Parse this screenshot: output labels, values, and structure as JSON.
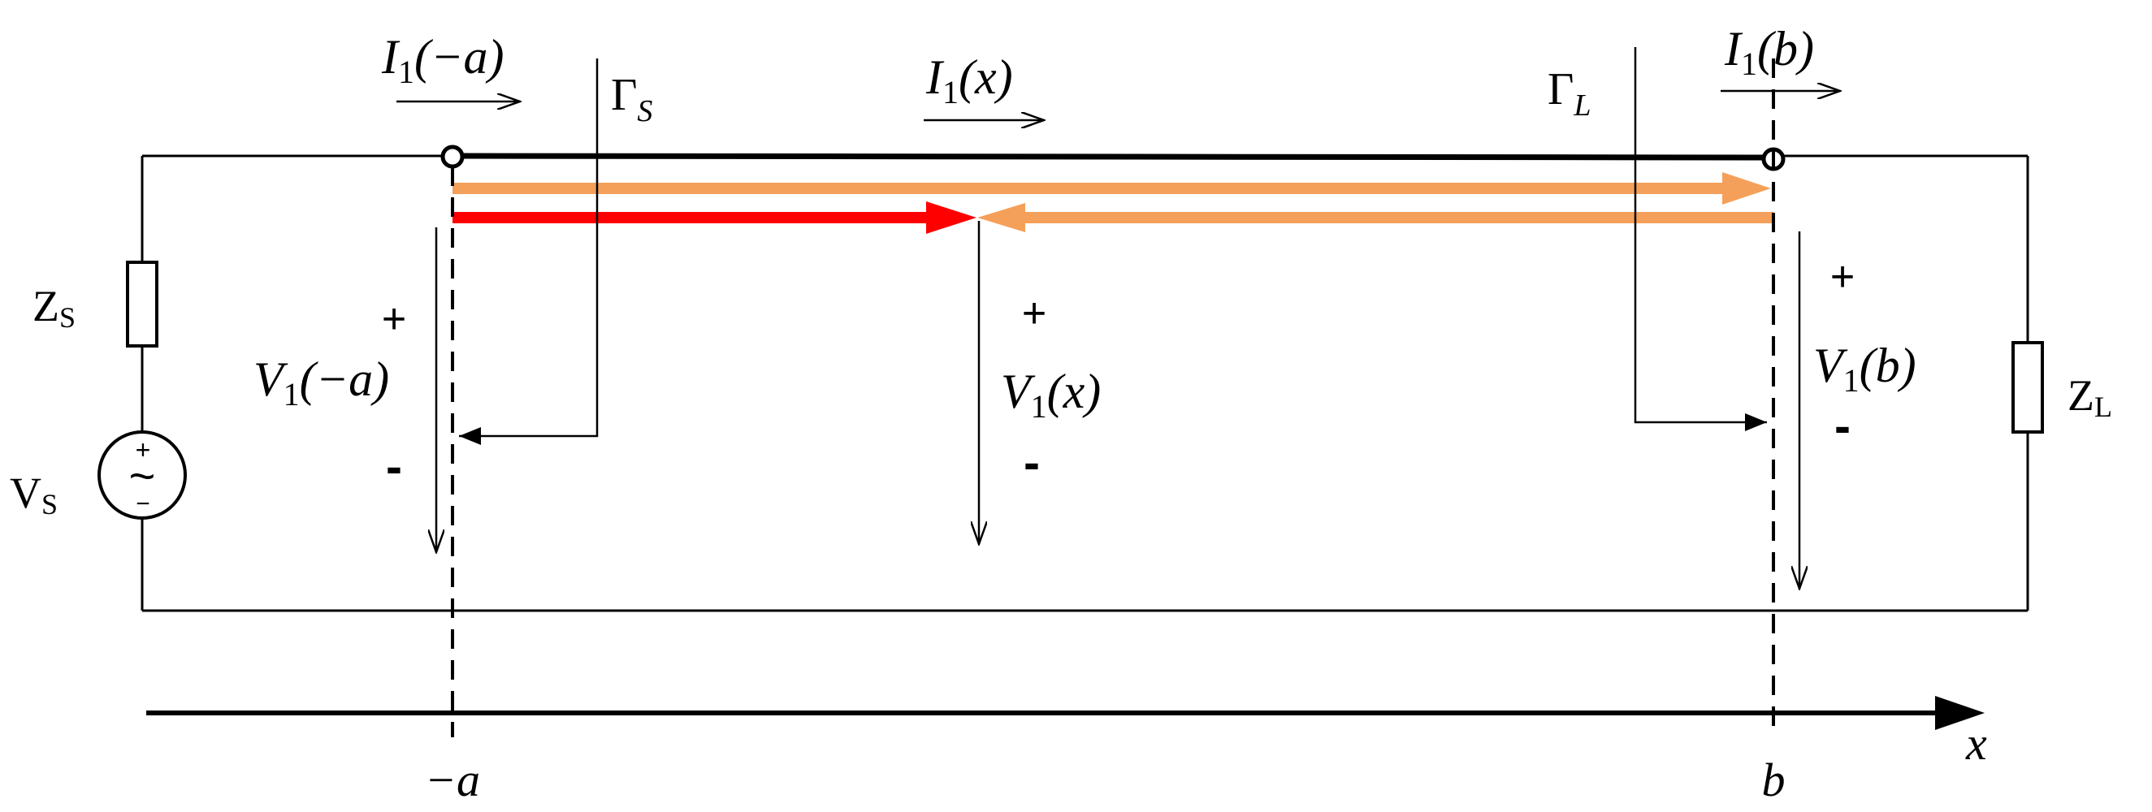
{
  "colors": {
    "wire": "#000000",
    "forward_wave": "#F5A05A",
    "reflected_wave": "#F5A05A",
    "incident_wave": "#FF0000"
  },
  "labels": {
    "source_impedance": {
      "main": "Z",
      "sub": "S"
    },
    "source_voltage": {
      "main": "V",
      "sub": "S"
    },
    "load_impedance": {
      "main": "Z",
      "sub": "L"
    },
    "current_left": {
      "sym": "I",
      "sub": "1",
      "arg": "(−a)"
    },
    "current_mid": {
      "sym": "I",
      "sub": "1",
      "arg": "(x)"
    },
    "current_right": {
      "sym": "I",
      "sub": "1",
      "arg": "(b)"
    },
    "gamma_source": {
      "sym": "Γ",
      "sub": "S"
    },
    "gamma_load": {
      "sym": "Γ",
      "sub": "L"
    },
    "voltage_left": {
      "sym": "V",
      "sub": "1",
      "arg": "(−a)"
    },
    "voltage_mid": {
      "sym": "V",
      "sub": "1",
      "arg": "(x)"
    },
    "voltage_right": {
      "sym": "V",
      "sub": "1",
      "arg": "(b)"
    },
    "plus": "+",
    "minus": "-",
    "source_plus": "+",
    "source_minus": "−",
    "source_ac": "~",
    "axis_var": "x",
    "axis_left": "−a",
    "axis_right": "b"
  }
}
